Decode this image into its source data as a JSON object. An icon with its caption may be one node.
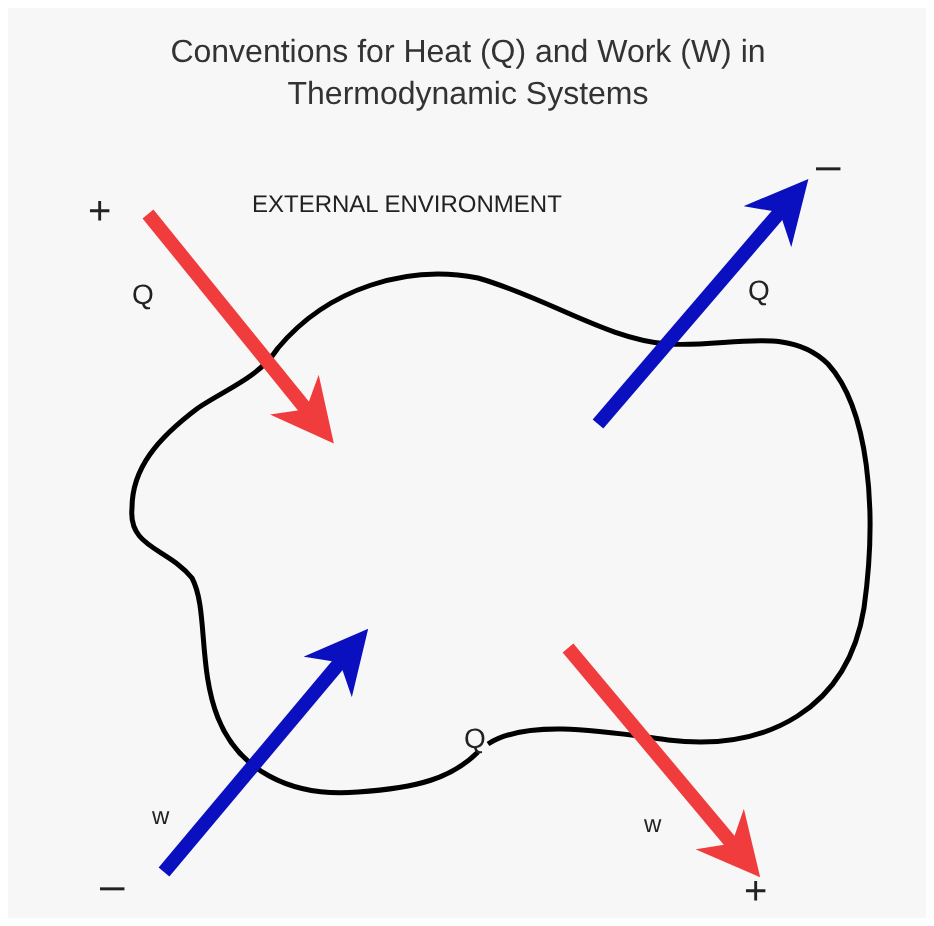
{
  "diagram": {
    "title": "Conventions for Heat (Q) and Work (W) in Thermodynamic Systems",
    "labels": [
      "+",
      "EXTERNAL ENVIRONMENT",
      "–",
      "Q",
      "Q",
      "Q",
      "w",
      "w",
      "–",
      "+"
    ]
  }
}
